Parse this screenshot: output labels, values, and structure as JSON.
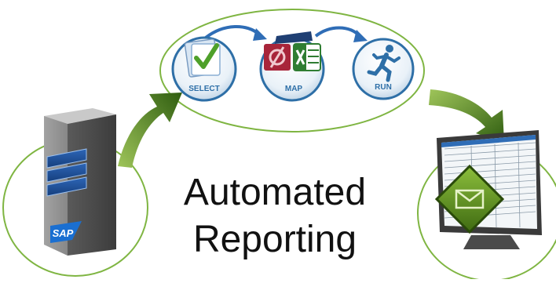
{
  "title": {
    "line1": "Automated",
    "line2": "Reporting"
  },
  "steps": [
    {
      "label": "SELECT",
      "icon": "checkmark-document-icon"
    },
    {
      "label": "MAP",
      "icon": "access-excel-icon"
    },
    {
      "label": "RUN",
      "icon": "running-person-icon"
    }
  ],
  "source": {
    "label": "SAP",
    "icon": "server-icon"
  },
  "output": {
    "icon": "monitor-email-icon"
  },
  "colors": {
    "circle_border": "#7fb542",
    "arrow_green": "#4b7a1e",
    "arrow_blue": "#2f6db6",
    "step_circle": "#2e6fa7",
    "email_green": "#5d8a24"
  }
}
